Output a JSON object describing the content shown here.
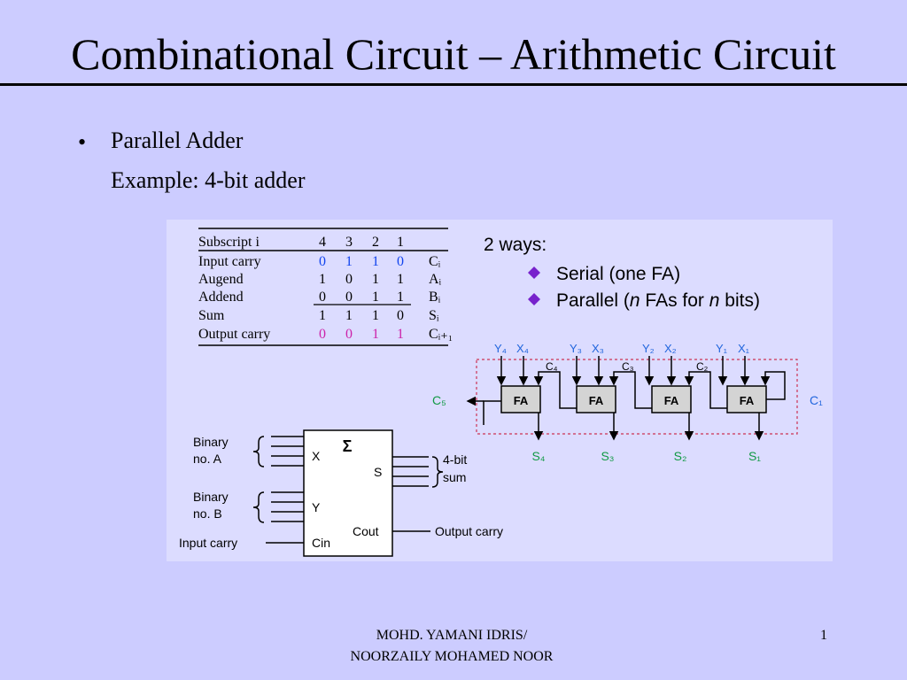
{
  "slide": {
    "title": "Combinational Circuit – Arithmetic Circuit",
    "bullet": "Parallel Adder",
    "subtext": "Example: 4-bit adder",
    "footer_line1": "MOHD. YAMANI IDRIS/",
    "footer_line2": "NOORZAILY MOHAMED NOOR",
    "page_number": "1"
  },
  "table": {
    "header": {
      "label": "Subscript i",
      "values": [
        "4",
        "3",
        "2",
        "1"
      ]
    },
    "rows": [
      {
        "label": "Input carry",
        "values": [
          "0",
          "1",
          "1",
          "0"
        ],
        "symbol": "Cᵢ",
        "color": "#1144ee"
      },
      {
        "label": "Augend",
        "values": [
          "1",
          "0",
          "1",
          "1"
        ],
        "symbol": "Aᵢ",
        "color": "#000000"
      },
      {
        "label": "Addend",
        "values": [
          "0",
          "0",
          "1",
          "1"
        ],
        "symbol": "Bᵢ",
        "color": "#000000"
      },
      {
        "label": "Sum",
        "values": [
          "1",
          "1",
          "1",
          "0"
        ],
        "symbol": "Sᵢ",
        "color": "#000000"
      },
      {
        "label": "Output carry",
        "values": [
          "0",
          "0",
          "1",
          "1"
        ],
        "symbol": "Cᵢ₊₁",
        "color": "#cc22aa"
      }
    ]
  },
  "ways": {
    "heading": "2 ways:",
    "items": [
      {
        "text": "Serial (one FA)"
      },
      {
        "prefix": "Parallel (",
        "n1": "n",
        "middle": " FAs for ",
        "n2": "n",
        "suffix": " bits)"
      }
    ],
    "bullet_color": "#7722cc"
  },
  "fa_chain": {
    "block_label": "FA",
    "inputs": [
      {
        "y": "Y₄",
        "x": "X₄"
      },
      {
        "y": "Y₃",
        "x": "X₃"
      },
      {
        "y": "Y₂",
        "x": "X₂"
      },
      {
        "y": "Y₁",
        "x": "X₁"
      }
    ],
    "carries": [
      "C₄",
      "C₃",
      "C₂"
    ],
    "carry_in": "C₁",
    "carry_out": "C₅",
    "sums": [
      "S₄",
      "S₃",
      "S₂",
      "S₁"
    ],
    "label_color": "#2266dd",
    "sum_color": "#119944"
  },
  "block": {
    "symbol": "Σ",
    "pin_x": "X",
    "pin_y": "Y",
    "pin_cin": "Cin",
    "pin_s": "S",
    "pin_cout": "Cout",
    "binary_a_1": "Binary",
    "binary_a_2": "no. A",
    "binary_b_1": "Binary",
    "binary_b_2": "no. B",
    "input_carry": "Input carry",
    "sum_1": "4-bit",
    "sum_2": "sum",
    "output_carry": "Output carry"
  }
}
